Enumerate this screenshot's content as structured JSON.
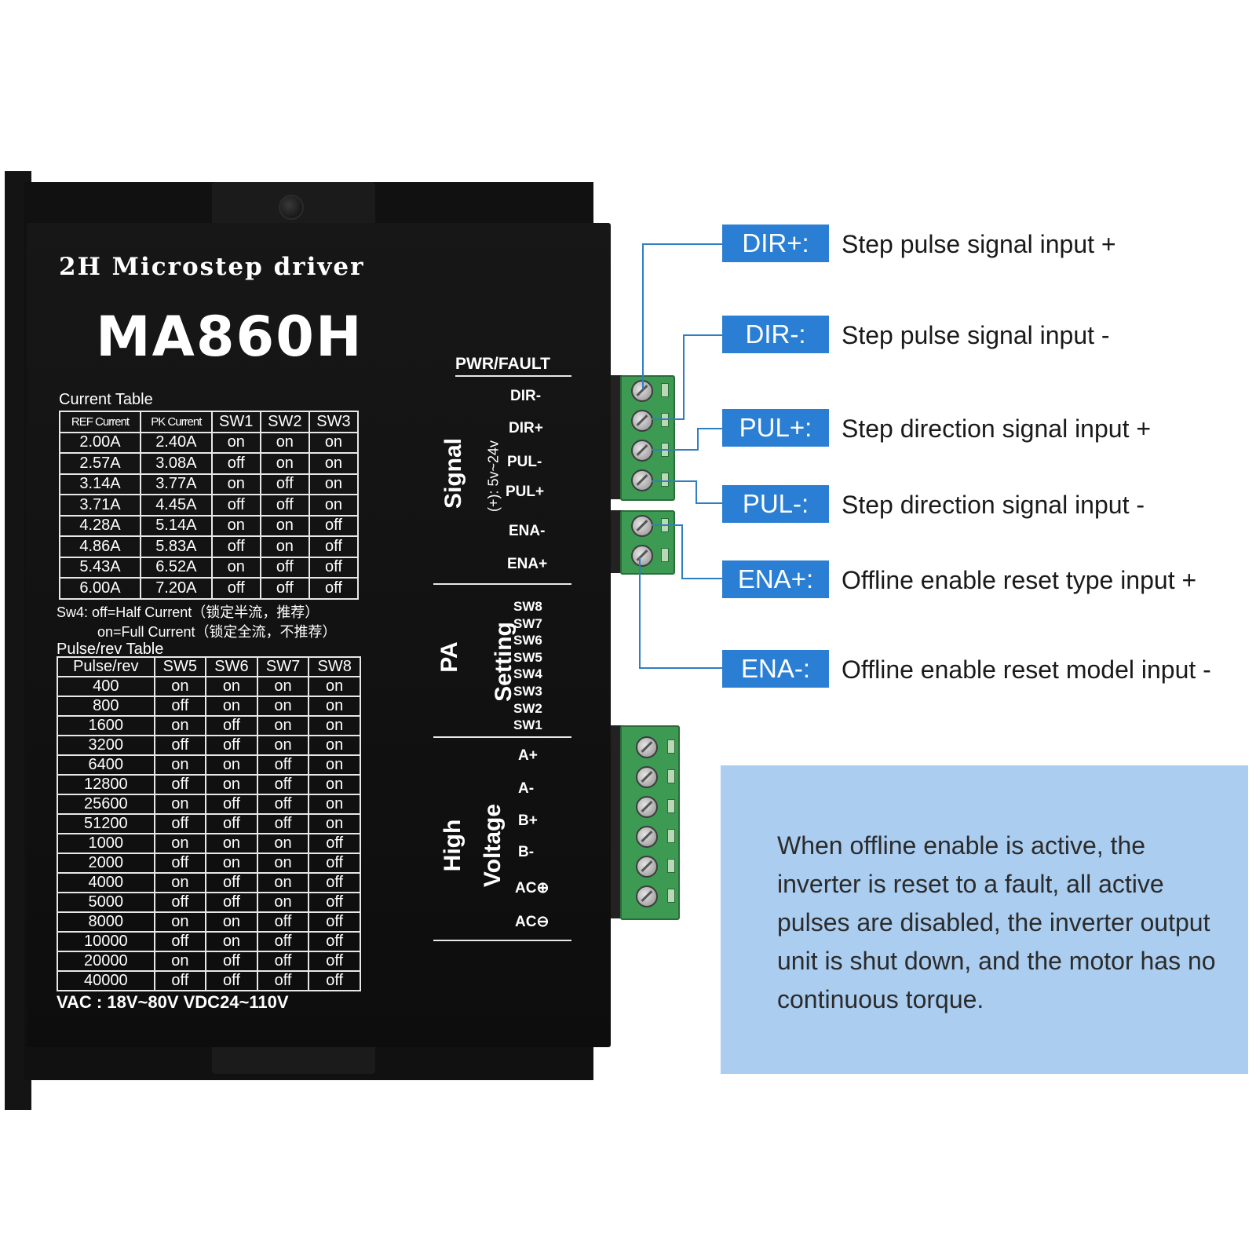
{
  "product": {
    "subtitle": "2H Microstep driver",
    "model": "MA860H"
  },
  "current_table": {
    "title": "Current Table",
    "headers": [
      "REF Current",
      "PK Current",
      "SW1",
      "SW2",
      "SW3"
    ],
    "rows": [
      [
        "2.00A",
        "2.40A",
        "on",
        "on",
        "on"
      ],
      [
        "2.57A",
        "3.08A",
        "off",
        "on",
        "on"
      ],
      [
        "3.14A",
        "3.77A",
        "on",
        "off",
        "on"
      ],
      [
        "3.71A",
        "4.45A",
        "off",
        "off",
        "on"
      ],
      [
        "4.28A",
        "5.14A",
        "on",
        "on",
        "off"
      ],
      [
        "4.86A",
        "5.83A",
        "off",
        "on",
        "off"
      ],
      [
        "5.43A",
        "6.52A",
        "on",
        "off",
        "off"
      ],
      [
        "6.00A",
        "7.20A",
        "off",
        "off",
        "off"
      ]
    ]
  },
  "sw4_notes": {
    "line1": "Sw4: off=Half Current（锁定半流，推荐）",
    "line2": "on=Full Current（锁定全流，不推荐）"
  },
  "pulse_table": {
    "title": "Pulse/rev Table",
    "headers": [
      "Pulse/rev",
      "SW5",
      "SW6",
      "SW7",
      "SW8"
    ],
    "rows": [
      [
        "400",
        "on",
        "on",
        "on",
        "on"
      ],
      [
        "800",
        "off",
        "on",
        "on",
        "on"
      ],
      [
        "1600",
        "on",
        "off",
        "on",
        "on"
      ],
      [
        "3200",
        "off",
        "off",
        "on",
        "on"
      ],
      [
        "6400",
        "on",
        "on",
        "off",
        "on"
      ],
      [
        "12800",
        "off",
        "on",
        "off",
        "on"
      ],
      [
        "25600",
        "on",
        "off",
        "off",
        "on"
      ],
      [
        "51200",
        "off",
        "off",
        "off",
        "on"
      ],
      [
        "1000",
        "on",
        "on",
        "on",
        "off"
      ],
      [
        "2000",
        "off",
        "on",
        "on",
        "off"
      ],
      [
        "4000",
        "on",
        "off",
        "on",
        "off"
      ],
      [
        "5000",
        "off",
        "off",
        "on",
        "off"
      ],
      [
        "8000",
        "on",
        "on",
        "off",
        "off"
      ],
      [
        "10000",
        "off",
        "on",
        "off",
        "off"
      ],
      [
        "20000",
        "on",
        "off",
        "off",
        "off"
      ],
      [
        "40000",
        "off",
        "off",
        "off",
        "off"
      ]
    ]
  },
  "voltage": "VAC : 18V~80V   VDC24~110V",
  "right_panel": {
    "pwr_fault": "PWR/FAULT",
    "signal_label": "Signal",
    "signal_voltage": "(+): 5v~24v",
    "signal_pins": [
      "DIR-",
      "DIR+",
      "PUL-",
      "PUL+",
      "ENA-",
      "ENA+"
    ],
    "pa_label_1": "PA",
    "pa_label_2": "Setting",
    "switches": [
      "SW8",
      "SW7",
      "SW6",
      "SW5",
      "SW4",
      "SW3",
      "SW2",
      "SW1"
    ],
    "hv_label_1": "High",
    "hv_label_2": "Voltage",
    "power_pins": [
      "A+",
      "A-",
      "B+",
      "B-",
      "AC⊕",
      "AC⊖"
    ]
  },
  "callouts": [
    {
      "tag": "DIR+:",
      "text": "Step pulse signal input +"
    },
    {
      "tag": "DIR-:",
      "text": "Step pulse signal input -"
    },
    {
      "tag": "PUL+:",
      "text": "Step direction signal input +"
    },
    {
      "tag": "PUL-:",
      "text": "Step direction signal input -"
    },
    {
      "tag": "ENA+:",
      "text": "Offline enable reset type input +"
    },
    {
      "tag": "ENA-:",
      "text": "Offline enable reset model input -"
    }
  ],
  "note": "When offline enable is active, the inverter is reset to a fault, all active pulses are disabled, the inverter output unit is shut down, and the motor has no continuous torque.",
  "colors": {
    "tag_blue": "#2a7fd4",
    "note_background": "#abcdf0",
    "terminal_green": "#3d9a52",
    "driver_black": "#111111"
  }
}
